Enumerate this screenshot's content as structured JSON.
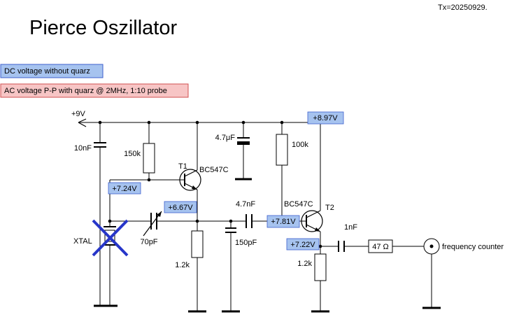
{
  "window": {
    "note_top_right": "Tx=20250929."
  },
  "title": "Pierce Oszillator",
  "legend": {
    "dc_label": "DC voltage without quarz",
    "ac_label": "AC voltage P-P with quarz @ 2MHz, 1:10 probe"
  },
  "colors": {
    "dc_bg": "#a6c3ef",
    "dc_border": "#3c5fce",
    "ac_bg": "#f7c5c5",
    "ac_border": "#d25050",
    "cross": "#2736c9",
    "wire": "#000000"
  },
  "schematic": {
    "supply_label": "+9V",
    "voltage_labels": {
      "rail": "+8.97V",
      "t1_base": "+7.24V",
      "t1_emitter": "+6.67V",
      "t2_base": "+7.81V",
      "t2_emitter": "+7.22V"
    },
    "components": {
      "c1": "10nF",
      "r1": "150k",
      "t1_ref": "T1",
      "t1_part": "BC547C",
      "c2": "4.7μF",
      "r2": "100k",
      "xtal": "XTAL",
      "c_trim": "70pF",
      "r3": "1.2k",
      "c3": "150pF",
      "c4": "4.7nF",
      "t2_part": "BC547C",
      "t2_ref": "T2",
      "c5": "1nF",
      "r4": "47 Ω",
      "r5": "1.2k",
      "output_label": "frequency counter"
    }
  }
}
